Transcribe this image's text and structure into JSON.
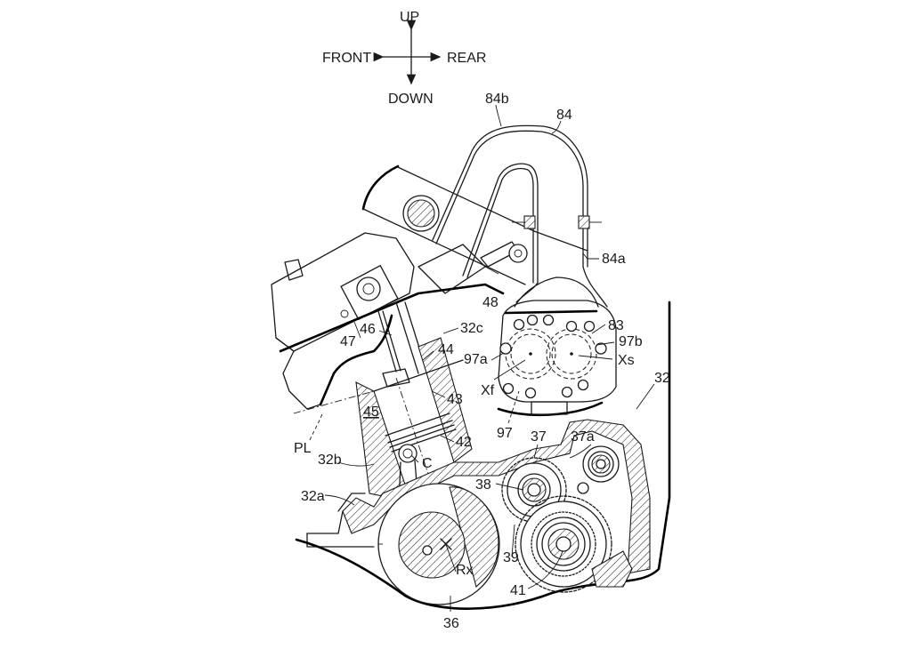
{
  "figure": {
    "type": "patent line drawing",
    "subject": "engine side cross-section with exhaust pipe and gear train"
  },
  "orientation": {
    "up": "UP",
    "down": "DOWN",
    "front": "FRONT",
    "rear": "REAR"
  },
  "labels": {
    "l84b": "84b",
    "l84": "84",
    "l84a": "84a",
    "l48": "48",
    "l83": "83",
    "l97b": "97b",
    "l97a": "97a",
    "lXs": "Xs",
    "lXf": "Xf",
    "l32": "32",
    "l32c": "32c",
    "l46": "46",
    "l47": "47",
    "l44": "44",
    "l43": "43",
    "l45": "45",
    "l42": "42",
    "l97": "97",
    "l37": "37",
    "l37a": "37a",
    "lPL": "PL",
    "l32b": "32b",
    "lC": "C",
    "l32a": "32a",
    "l38": "38",
    "l39": "39",
    "lRx": "Rx",
    "l41": "41",
    "l36": "36"
  },
  "colors": {
    "ink": "#1a1a1a",
    "paper": "#ffffff"
  }
}
